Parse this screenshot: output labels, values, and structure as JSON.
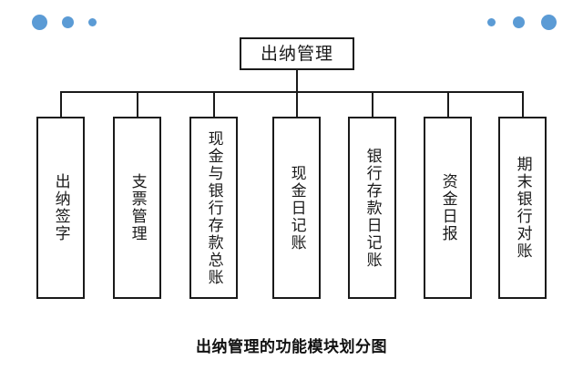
{
  "diagram": {
    "type": "organization-tree",
    "root": {
      "label": "出纳管理"
    },
    "children": [
      {
        "label": "出纳签字"
      },
      {
        "label": "支票管理"
      },
      {
        "label": "现金与银行存款总账"
      },
      {
        "label": "现金日记账"
      },
      {
        "label": "银行存款日记账"
      },
      {
        "label": "资金日报"
      },
      {
        "label": "期末银行对账"
      }
    ],
    "caption": "出纳管理的功能模块划分图",
    "colors": {
      "line": "#1a1a1a",
      "box_fill": "#ffffff",
      "text": "#1a1a1a",
      "decor_dot": "#5b9bd5",
      "background": "#ffffff"
    }
  },
  "decoration": {
    "left_dots": [
      {
        "name": "dot-large",
        "size": 17
      },
      {
        "name": "dot-medium",
        "size": 13
      },
      {
        "name": "dot-small",
        "size": 9
      }
    ],
    "right_dots": [
      {
        "name": "dot-small",
        "size": 9
      },
      {
        "name": "dot-medium",
        "size": 13
      },
      {
        "name": "dot-large",
        "size": 17
      }
    ]
  }
}
